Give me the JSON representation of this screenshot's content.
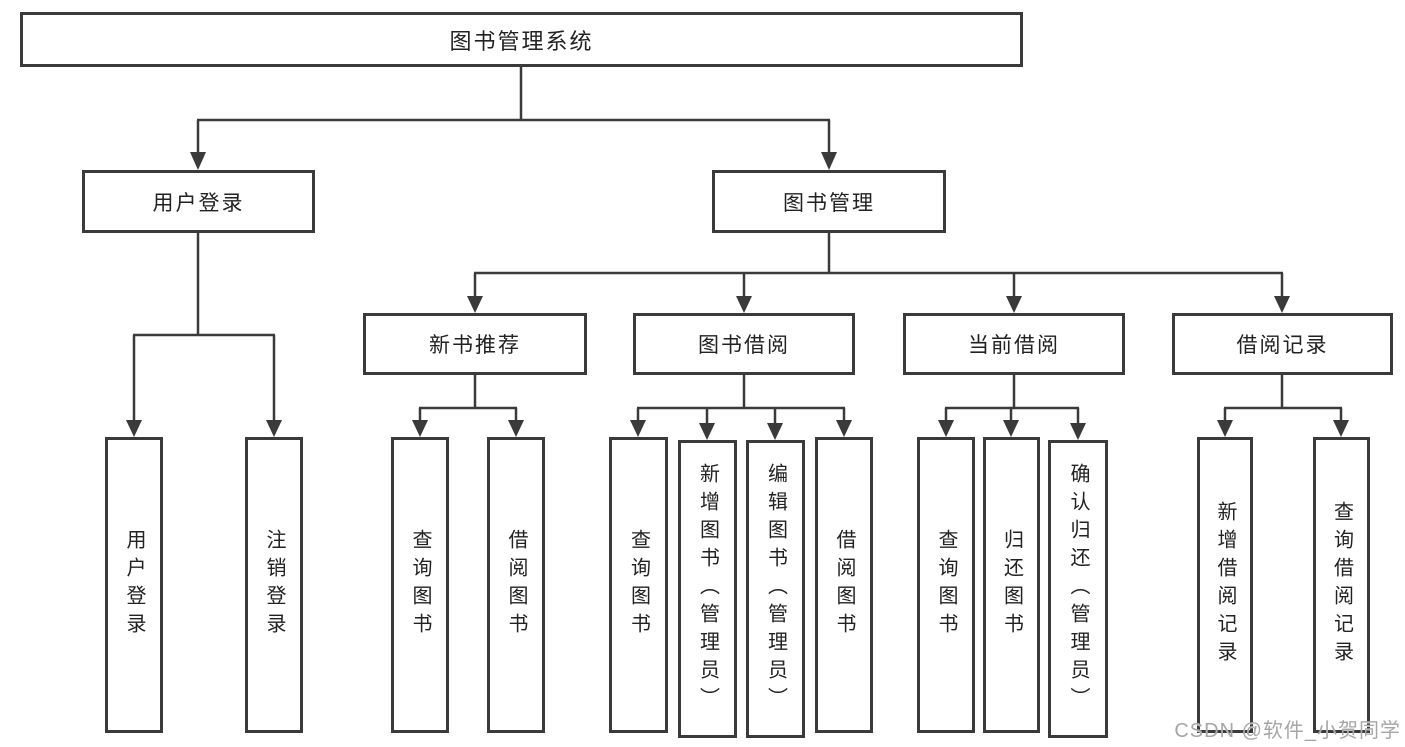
{
  "tree": {
    "label": "图书管理系统",
    "children": [
      {
        "label": "用户登录",
        "children": [
          {
            "label": "用户登录"
          },
          {
            "label": "注销登录"
          }
        ]
      },
      {
        "label": "图书管理",
        "children": [
          {
            "label": "新书推荐",
            "children": [
              {
                "label": "查询图书"
              },
              {
                "label": "借阅图书"
              }
            ]
          },
          {
            "label": "图书借阅",
            "children": [
              {
                "label": "查询图书"
              },
              {
                "label": "新增图书（管理员）"
              },
              {
                "label": "编辑图书（管理员）"
              },
              {
                "label": "借阅图书"
              }
            ]
          },
          {
            "label": "当前借阅",
            "children": [
              {
                "label": "查询图书"
              },
              {
                "label": "归还图书"
              },
              {
                "label": "确认归还（管理员）"
              }
            ]
          },
          {
            "label": "借阅记录",
            "children": [
              {
                "label": "新增借阅记录"
              },
              {
                "label": "查询借阅记录"
              }
            ]
          }
        ]
      }
    ]
  },
  "watermark": {
    "text": "CSDN @软件_小贺同学"
  },
  "colors": {
    "line": "#3a3a3a",
    "text": "#222222",
    "background": "#ffffff",
    "watermark": "#a6a6a6"
  }
}
